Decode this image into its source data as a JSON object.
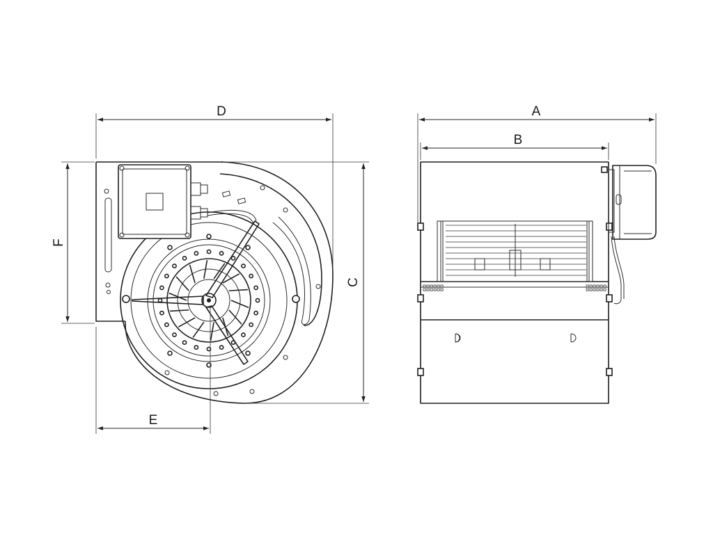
{
  "labels": {
    "A": "A",
    "B": "B",
    "C": "C",
    "D": "D",
    "E": "E",
    "F": "F"
  },
  "colors": {
    "line": "#1e1e1e",
    "background": "#ffffff"
  }
}
